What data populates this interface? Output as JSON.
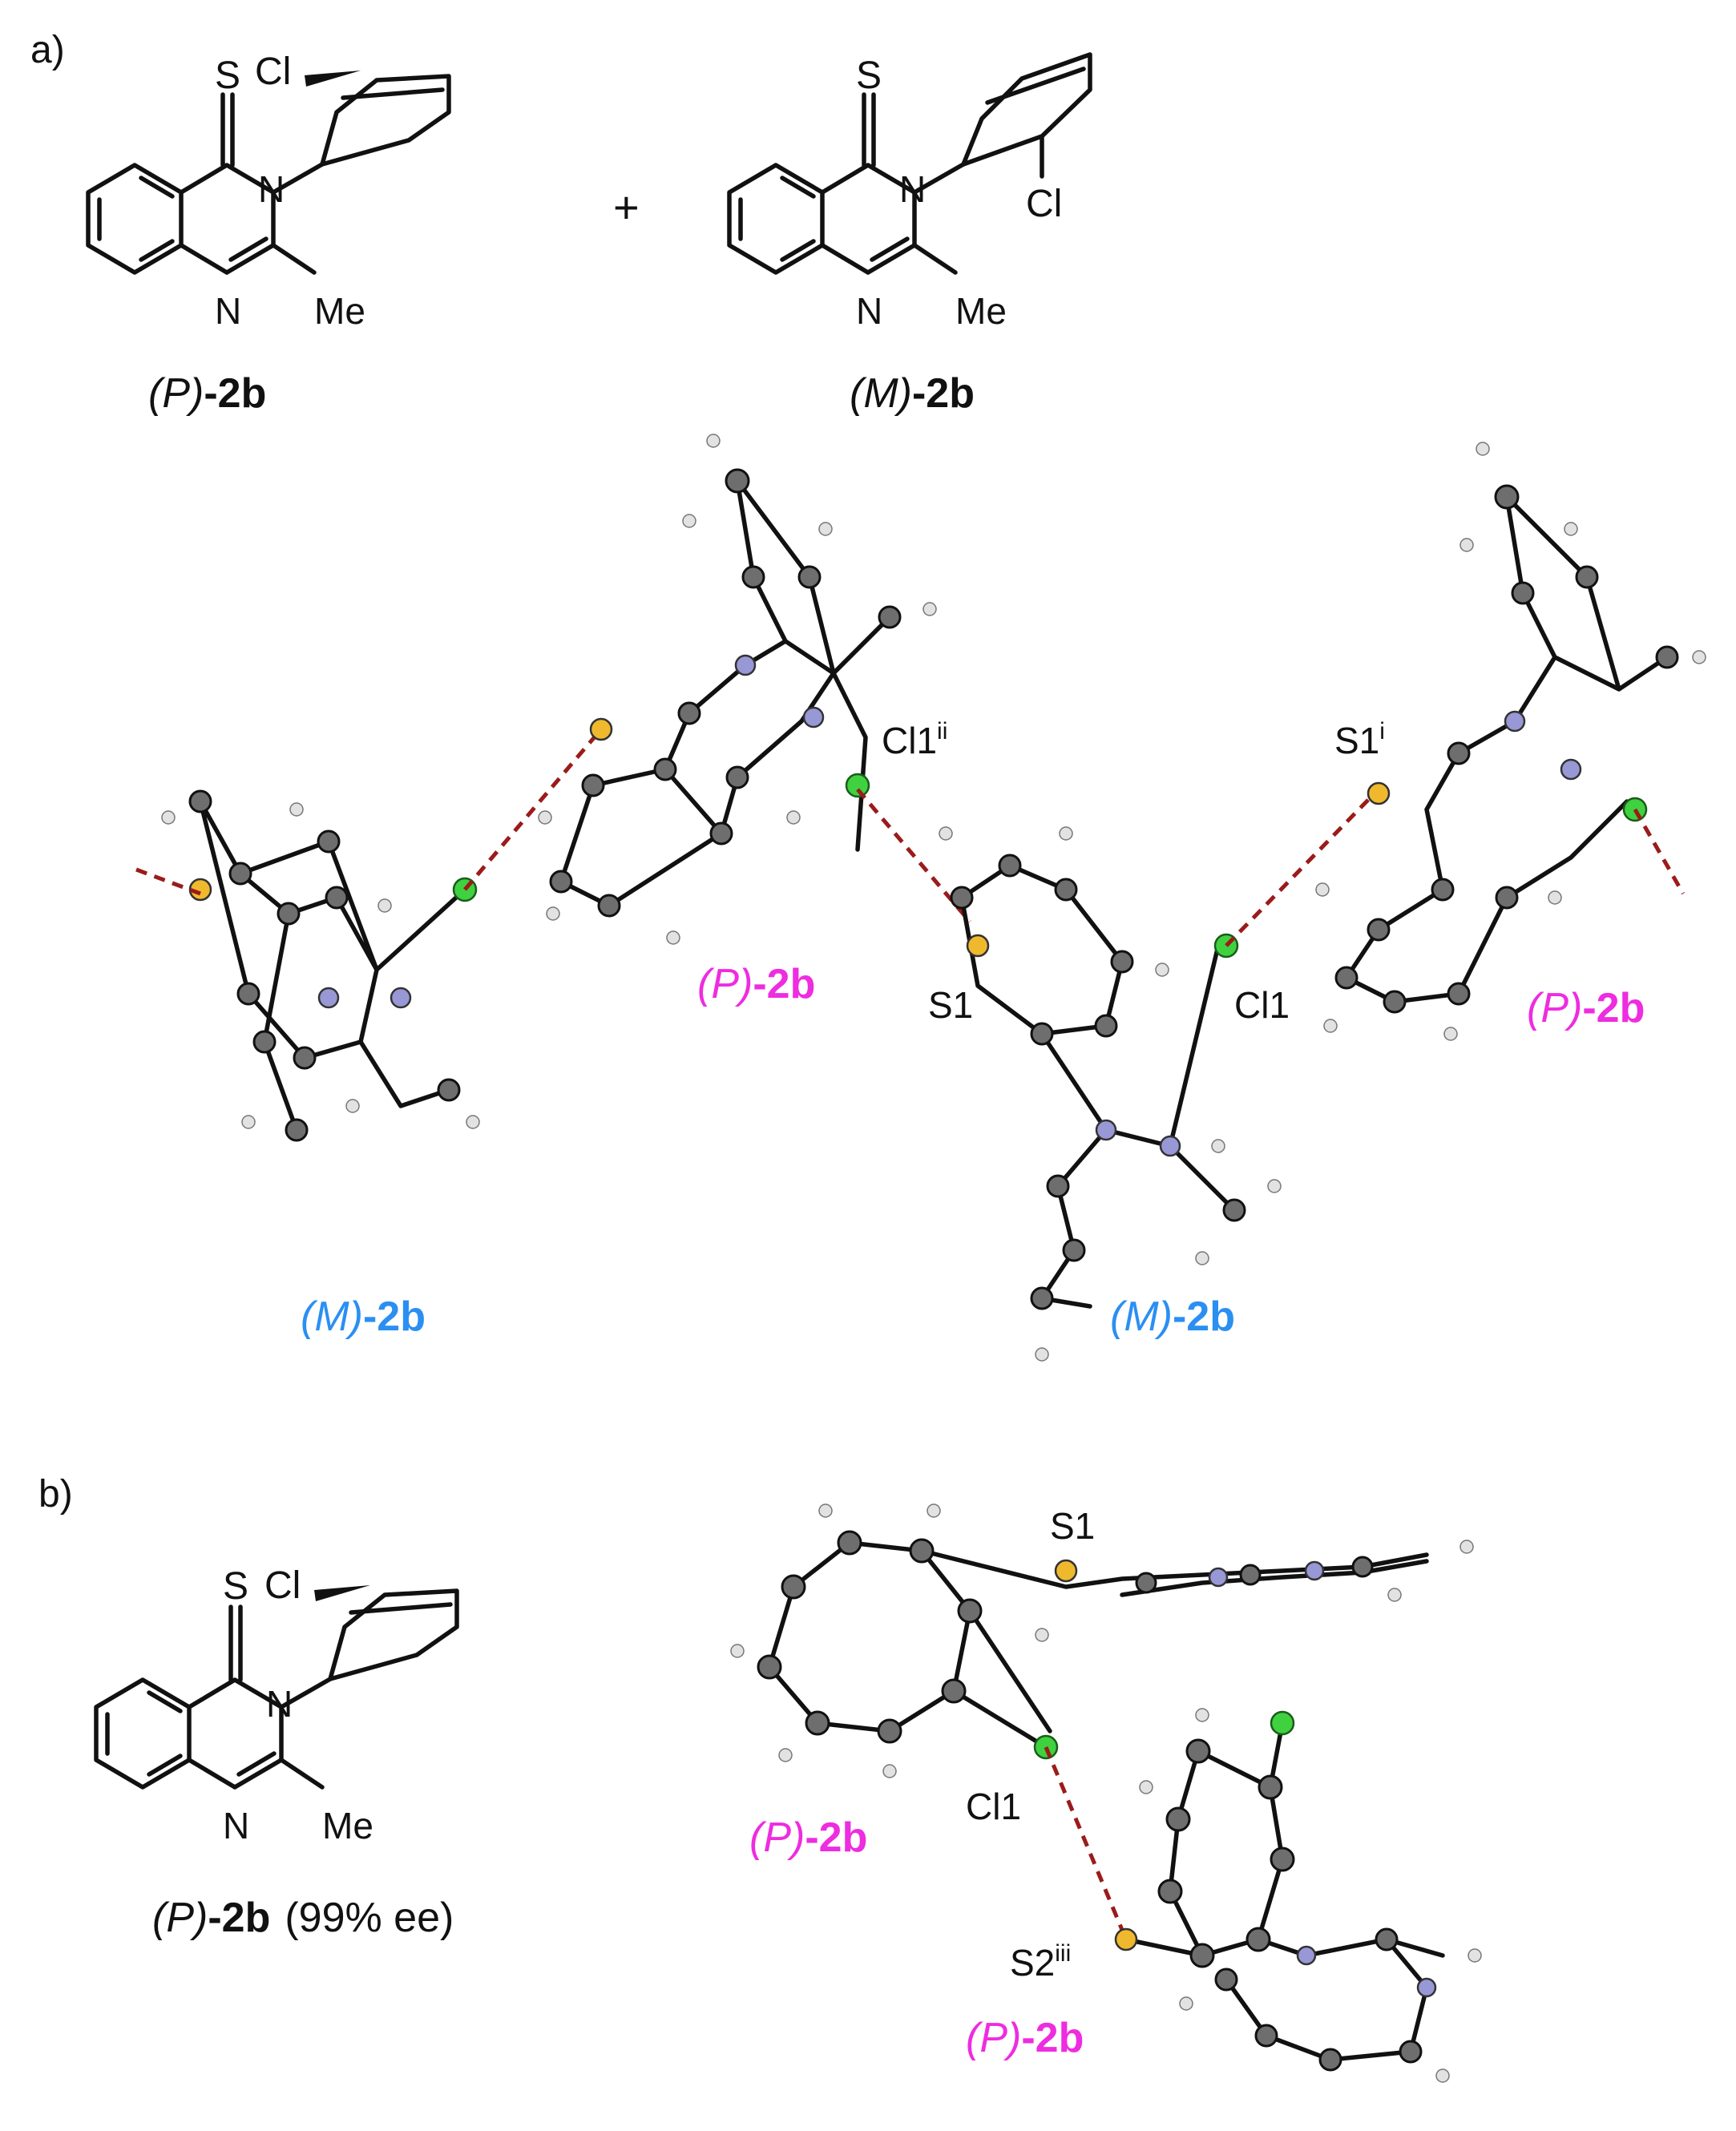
{
  "panels": {
    "a": {
      "letter": "a)",
      "plus": "+",
      "struct_P": {
        "atom_S": "S",
        "atom_Cl": "Cl",
        "atom_N3": "N",
        "atom_N1": "N",
        "atom_Me": "Me"
      },
      "struct_M": {
        "atom_S": "S",
        "atom_Cl": "Cl",
        "atom_N3": "N",
        "atom_N1": "N",
        "atom_Me": "Me"
      },
      "caption_P": {
        "stereo": "(P)",
        "compound": "-2b"
      },
      "caption_M": {
        "stereo": "(M)",
        "compound": "-2b"
      },
      "crystal_labels": {
        "P_left": {
          "stereo": "(P)",
          "compound": "-2b"
        },
        "P_right": {
          "stereo": "(P)",
          "compound": "-2b"
        },
        "M_left": {
          "stereo": "(M)",
          "compound": "-2b"
        },
        "M_right": {
          "stereo": "(M)",
          "compound": "-2b"
        },
        "cl1ii": {
          "base": "Cl1",
          "sup": "ii"
        },
        "s1i": {
          "base": "S1",
          "sup": "i"
        },
        "s1": "S1",
        "cl1": "Cl1"
      }
    },
    "b": {
      "letter": "b)",
      "struct": {
        "atom_S": "S",
        "atom_Cl": "Cl",
        "atom_N3": "N",
        "atom_N1": "N",
        "atom_Me": "Me"
      },
      "caption": {
        "stereo": "(P)",
        "compound": "-2b",
        "ee": "(99% ee)"
      },
      "crystal_labels": {
        "s1": "S1",
        "cl1": "Cl1",
        "s2iii": {
          "base": "S2",
          "sup": "iii"
        },
        "P_upper": {
          "stereo": "(P)",
          "compound": "-2b"
        },
        "P_lower": {
          "stereo": "(P)",
          "compound": "-2b"
        }
      }
    }
  },
  "colors": {
    "P_label": "#ee2ce0",
    "M_label": "#2b8ff2",
    "contact": "#9b1b1b",
    "carbon": "#6e6e6e",
    "hydrogen": "#e2e2e2",
    "nitrogen": "#9898d6",
    "sulfur": "#f0b92d",
    "chlorine": "#3fd13f"
  }
}
